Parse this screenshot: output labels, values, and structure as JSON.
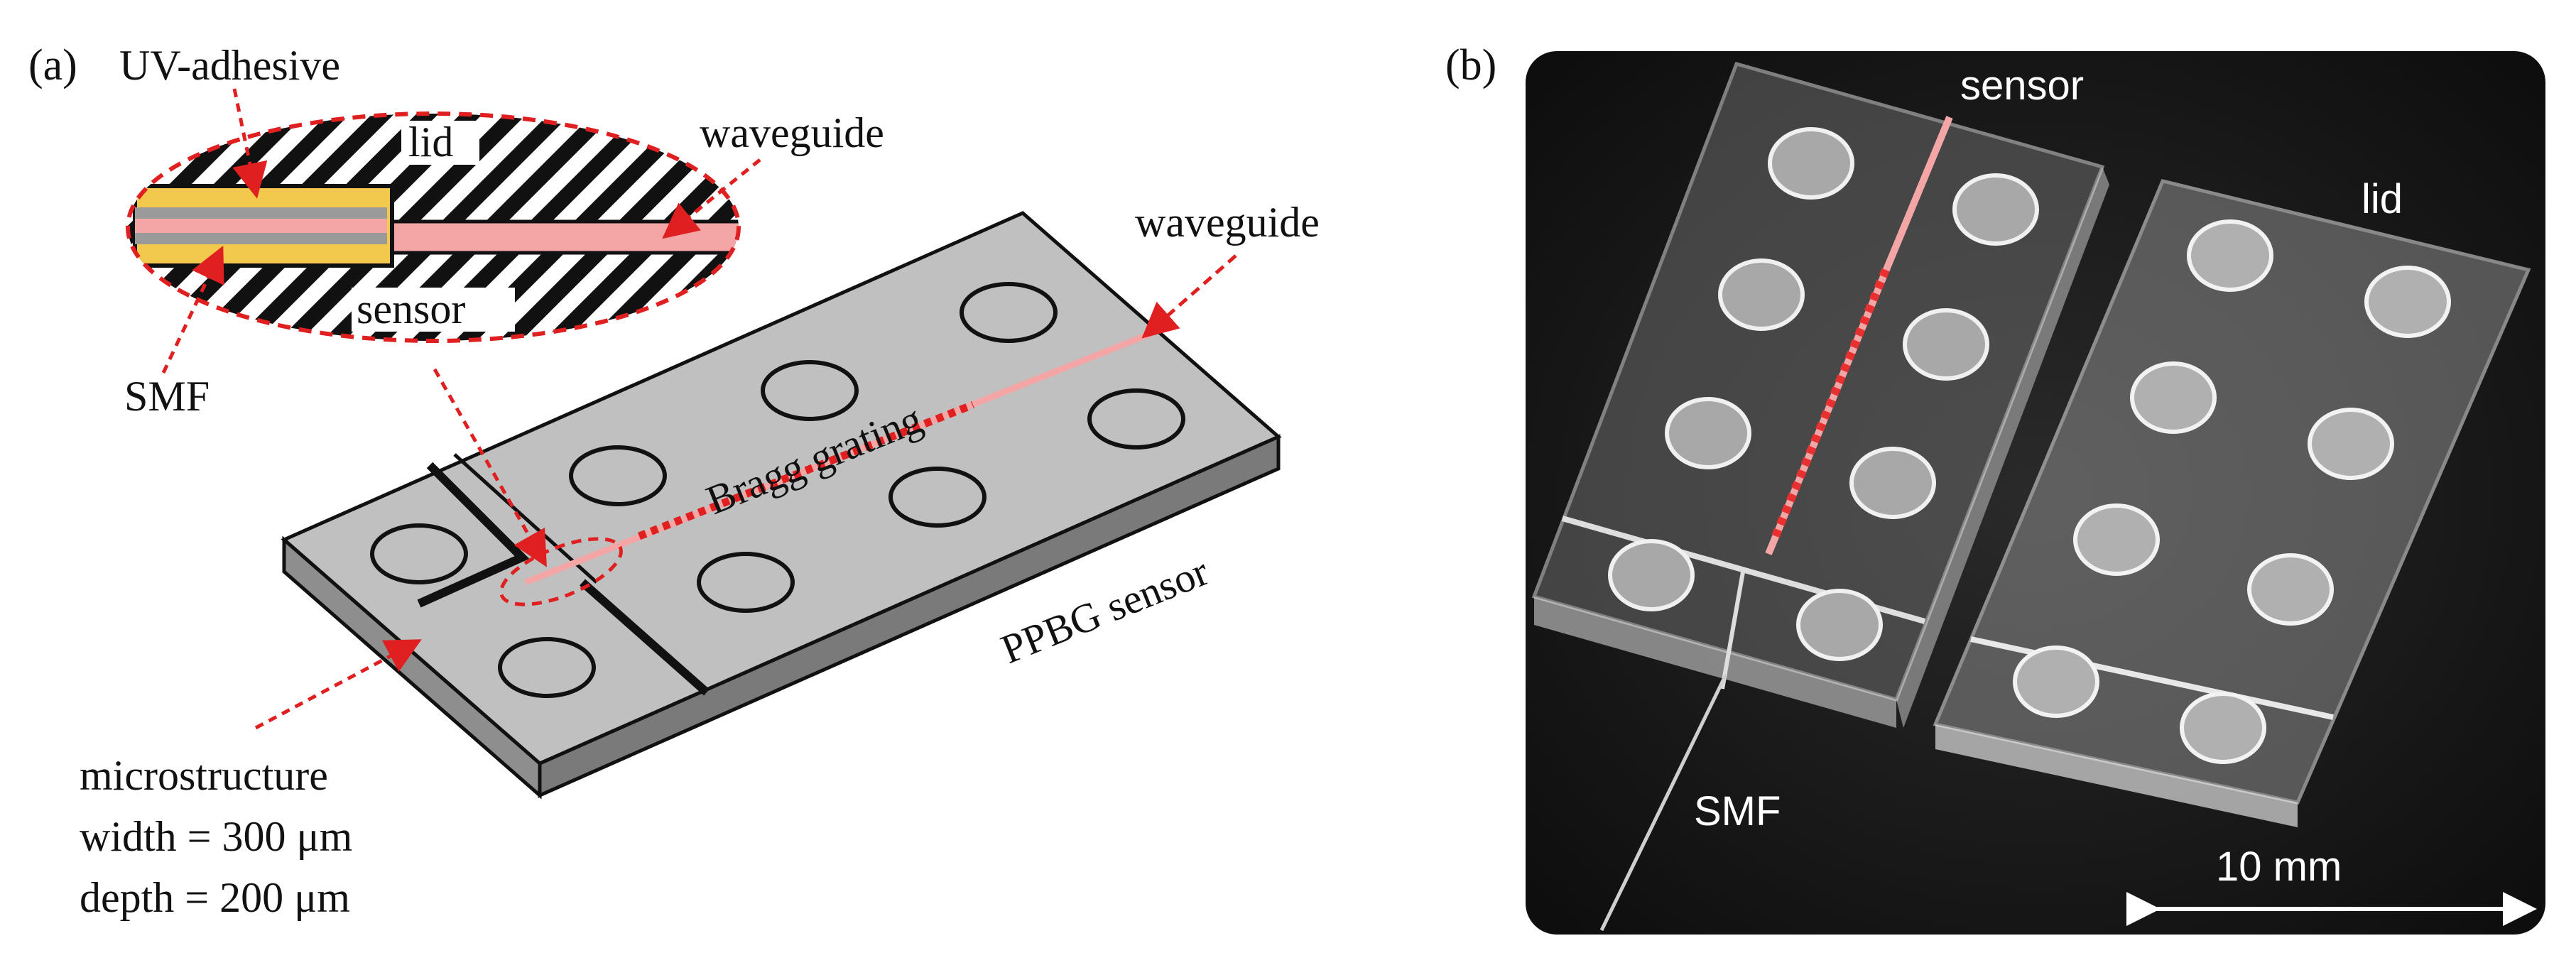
{
  "panel_a": {
    "label": "(a)",
    "inset": {
      "uv_adhesive": "UV-adhesive",
      "lid": "lid",
      "waveguide": "waveguide",
      "sensor": "sensor",
      "smf": "SMF"
    },
    "chip": {
      "waveguide": "waveguide",
      "bragg_grating": "Bragg grating",
      "sensor_name": "PPBG sensor"
    },
    "microstructure": {
      "title": "microstructure",
      "width": "width = 300 μm",
      "depth": "depth = 200 μm"
    }
  },
  "panel_b": {
    "label": "(b)",
    "sensor": "sensor",
    "lid": "lid",
    "smf": "SMF",
    "scale_bar": "10 mm"
  },
  "colors": {
    "chip_top": "#c0c0c0",
    "chip_side": "#8e8e8e",
    "waveguide": "#f4a6a6",
    "bragg": "#e02020",
    "annotation": "#e02020",
    "adhesive": "#f2c94c",
    "photo_bg": "#141414"
  }
}
